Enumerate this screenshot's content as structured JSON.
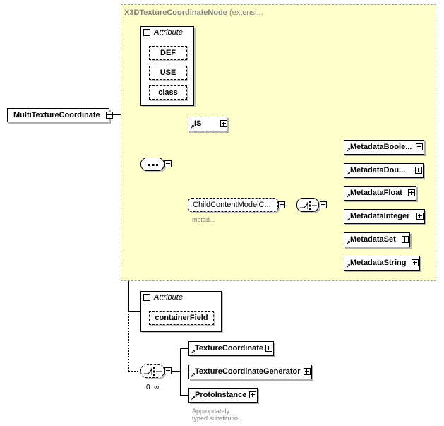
{
  "root": {
    "name": "MultiTextureCoordinate"
  },
  "base_group": {
    "title": "X3DTextureCoordinateNode",
    "title_suffix": "(extensi..."
  },
  "attributes_top": {
    "caption": "Attribute",
    "items": [
      "DEF",
      "USE",
      "class"
    ]
  },
  "sequence_children": {
    "is_element": "IS",
    "child_model": "ChildContentModelC...",
    "child_model_note": "metad...",
    "metadata_elements": [
      "MetadataBoole...",
      "MetadataDou...",
      "MetadataFloat",
      "MetadataInteger",
      "MetadataSet",
      "MetadataString"
    ]
  },
  "attributes_bottom": {
    "caption": "Attribute",
    "items": [
      "containerField"
    ]
  },
  "choice_bottom": {
    "occurrence": "0..∞",
    "elements": [
      "TextureCoordinate",
      "TextureCoordinateGenerator",
      "ProtoInstance"
    ],
    "note_line1": "Appropriately",
    "note_line2": "typed substitutio..."
  },
  "colors": {
    "group_fill": "#ffffcc",
    "group_border": "#a0a0a0",
    "muted_text": "#808080"
  }
}
